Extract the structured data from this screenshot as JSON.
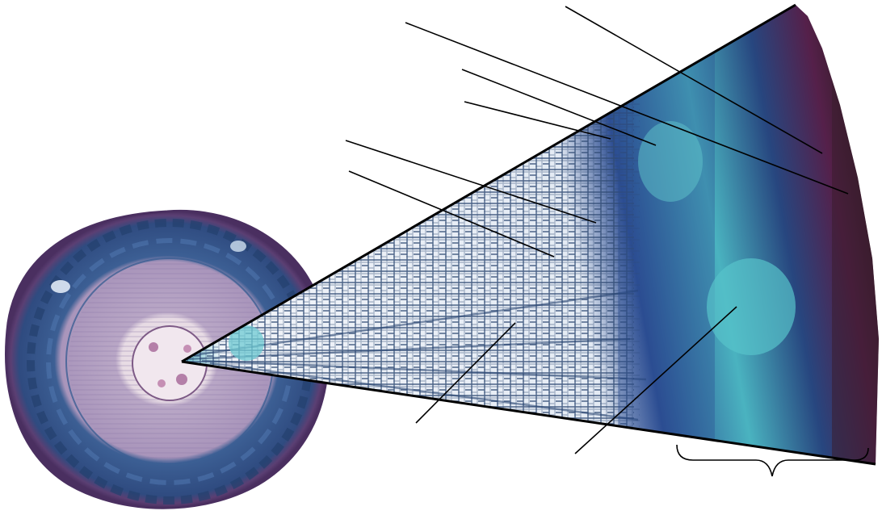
{
  "figure": {
    "subject": "stem-cross-section-with-magnified-wedge",
    "colors": {
      "background": "#ffffff",
      "stem_epidermis": "#5b3f73",
      "stem_cortex": "#3c5f94",
      "stem_xylem": "#b9a7c6",
      "stem_pith": "#eadfe6",
      "wedge_xylem_cells": "#f4f7fb",
      "wedge_cell_walls": "#2f4a73",
      "wedge_phloem_blue": "#2c4d92",
      "wedge_cambium_teal": "#52c0c7",
      "wedge_periderm": "#3a1d2d",
      "leader_lines": "#000000"
    },
    "leader_line_count": 8,
    "bracket_count": 1
  }
}
